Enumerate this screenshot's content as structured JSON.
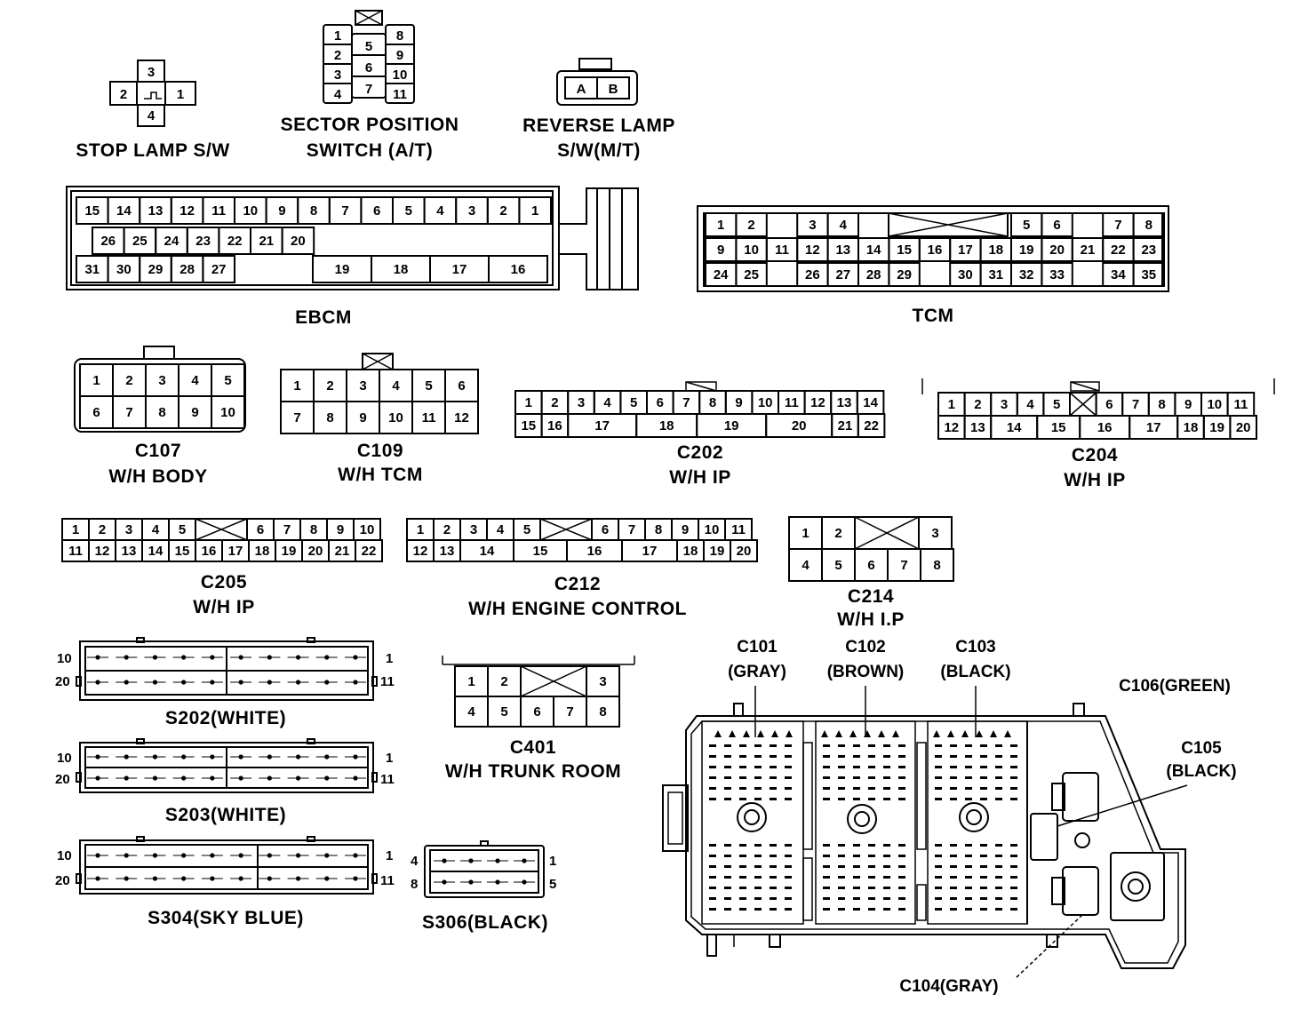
{
  "connectors": {
    "stop_lamp": {
      "title": "STOP LAMP S/W",
      "pins": [
        "3",
        "2",
        "1",
        "4"
      ]
    },
    "sector": {
      "title1": "SECTOR POSITION",
      "title2": "SWITCH (A/T)",
      "pins": [
        "1",
        "2",
        "3",
        "4",
        "5",
        "6",
        "7",
        "8",
        "9",
        "10",
        "11"
      ]
    },
    "reverse": {
      "title1": "REVERSE LAMP",
      "title2": "S/W(M/T)",
      "pins": [
        "A",
        "B"
      ]
    },
    "ebcm": {
      "title": "EBCM",
      "row1": [
        "15",
        "14",
        "13",
        "12",
        "11",
        "10",
        "9",
        "8",
        "7",
        "6",
        "5",
        "4",
        "3",
        "2",
        "1"
      ],
      "row2": [
        "26",
        "25",
        "24",
        "23",
        "22",
        "21",
        "20"
      ],
      "row3a": [
        "31",
        "30",
        "29",
        "28",
        "27"
      ],
      "row3b": [
        "19",
        "18",
        "17",
        "16"
      ]
    },
    "tcm": {
      "title": "TCM",
      "row1": [
        "1",
        "2",
        "3",
        "4",
        "5",
        "6",
        "7",
        "8"
      ],
      "row2": [
        "9",
        "10",
        "11",
        "12",
        "13",
        "14",
        "15",
        "16",
        "17",
        "18",
        "19",
        "20",
        "21",
        "22",
        "23"
      ],
      "row3": [
        "24",
        "25",
        "26",
        "27",
        "28",
        "29",
        "30",
        "31",
        "32",
        "33",
        "34",
        "35"
      ]
    },
    "c107": {
      "title1": "C107",
      "title2": "W/H BODY",
      "pins": [
        "1",
        "2",
        "3",
        "4",
        "5",
        "6",
        "7",
        "8",
        "9",
        "10"
      ]
    },
    "c109": {
      "title1": "C109",
      "title2": "W/H TCM",
      "pins": [
        "1",
        "2",
        "3",
        "4",
        "5",
        "6",
        "7",
        "8",
        "9",
        "10",
        "11",
        "12"
      ]
    },
    "c202": {
      "title1": "C202",
      "title2": "W/H IP",
      "row1": [
        "1",
        "2",
        "3",
        "4",
        "5",
        "6",
        "7",
        "8",
        "9",
        "10",
        "11",
        "12",
        "13",
        "14"
      ],
      "row2": [
        "15",
        "16",
        "17",
        "18",
        "19",
        "20",
        "21",
        "22"
      ]
    },
    "c204": {
      "title1": "C204",
      "title2": "W/H IP",
      "row1": [
        "1",
        "2",
        "3",
        "4",
        "5",
        "6",
        "7",
        "8",
        "9",
        "10",
        "11"
      ],
      "row2": [
        "12",
        "13",
        "14",
        "15",
        "16",
        "17",
        "18",
        "19",
        "20"
      ]
    },
    "c205": {
      "title1": "C205",
      "title2": "W/H IP",
      "row1": [
        "1",
        "2",
        "3",
        "4",
        "5",
        "6",
        "7",
        "8",
        "9",
        "10"
      ],
      "row2": [
        "11",
        "12",
        "13",
        "14",
        "15",
        "16",
        "17",
        "18",
        "19",
        "20",
        "21",
        "22"
      ]
    },
    "c212": {
      "title1": "C212",
      "title2": "W/H ENGINE CONTROL",
      "row1": [
        "1",
        "2",
        "3",
        "4",
        "5",
        "6",
        "7",
        "8",
        "9",
        "10",
        "11"
      ],
      "row2": [
        "12",
        "13",
        "14",
        "15",
        "16",
        "17",
        "18",
        "19",
        "20"
      ]
    },
    "c214": {
      "title1": "C214",
      "title2": "W/H I.P",
      "pins": [
        "1",
        "2",
        "3",
        "4",
        "5",
        "6",
        "7",
        "8"
      ]
    },
    "c401": {
      "title1": "C401",
      "title2": "W/H TRUNK ROOM",
      "pins": [
        "1",
        "2",
        "3",
        "4",
        "5",
        "6",
        "7",
        "8"
      ]
    },
    "s202": {
      "title": "S202(WHITE)",
      "pins": [
        "10",
        "20",
        "1",
        "11"
      ]
    },
    "s203": {
      "title": "S203(WHITE)",
      "pins": [
        "10",
        "20",
        "1",
        "11"
      ]
    },
    "s304": {
      "title": "S304(SKY BLUE)",
      "pins": [
        "10",
        "20",
        "1",
        "11"
      ]
    },
    "s306": {
      "title": "S306(BLACK)",
      "pins": [
        "4",
        "8",
        "1",
        "5"
      ]
    }
  },
  "junction_box": {
    "c101": {
      "name": "C101",
      "color": "(GRAY)"
    },
    "c102": {
      "name": "C102",
      "color": "(BROWN)"
    },
    "c103": {
      "name": "C103",
      "color": "(BLACK)"
    },
    "c106": "C106(GREEN)",
    "c105": {
      "name": "C105",
      "color": "(BLACK)"
    },
    "c104": "C104(GRAY)"
  }
}
